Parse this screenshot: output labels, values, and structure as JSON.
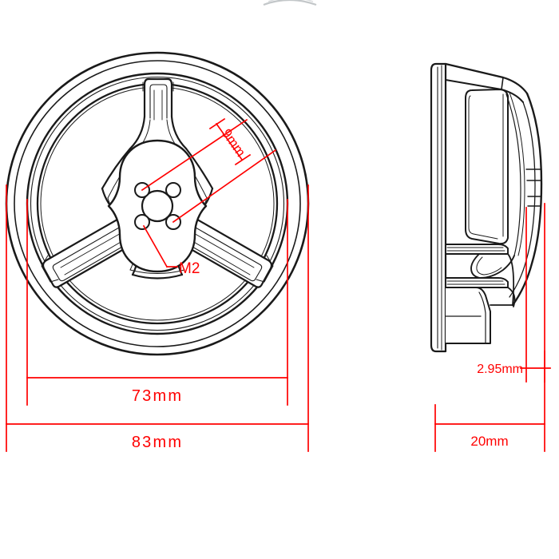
{
  "drawing": {
    "type": "engineering-dimension-drawing",
    "subject": "three-spoke wheel / pulley",
    "line_colors": {
      "geometry": "#1a1a1a",
      "dimension": "#ff0000",
      "background": "#ffffff"
    },
    "views": [
      {
        "name": "front-view",
        "label": ""
      },
      {
        "name": "side-view",
        "label": ""
      }
    ]
  },
  "dimensions": {
    "outer_diameter": {
      "value": "83mm",
      "name": "overall-outer-diameter",
      "view": "front-view"
    },
    "inner_diameter": {
      "value": "73mm",
      "name": "rim-inner-diameter",
      "view": "front-view"
    },
    "bolt_spacing": {
      "value": "9mm",
      "name": "bolt-hole-spacing",
      "view": "front-view"
    },
    "thread_callout": {
      "value": "M2",
      "name": "bolt-hole-thread-size",
      "view": "front-view"
    },
    "hub_offset": {
      "value": "2.95mm",
      "name": "hub-face-offset",
      "view": "side-view"
    },
    "width": {
      "value": "20mm",
      "name": "overall-width",
      "view": "side-view"
    }
  }
}
